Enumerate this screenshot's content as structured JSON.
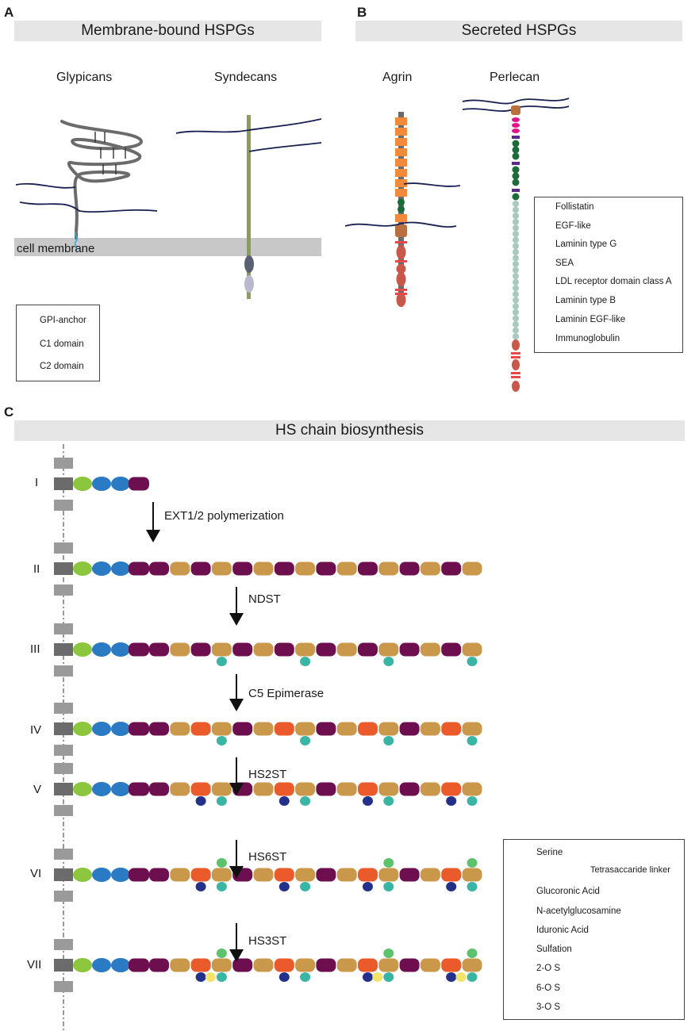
{
  "panels": {
    "a": {
      "letter": "A",
      "title": "Membrane-bound HSPGs",
      "glypicans": "Glypicans",
      "syndecans": "Syndecans",
      "membrane": "cell membrane",
      "legend": [
        "GPI-anchor",
        "C1 domain",
        "C2 domain"
      ]
    },
    "b": {
      "letter": "B",
      "title": "Secreted HSPGs",
      "agrin": "Agrin",
      "perlecan": "Perlecan",
      "legend": [
        "Follistatin",
        "EGF-like",
        "Laminin type G",
        "SEA",
        "LDL receptor domain class A",
        "Laminin type B",
        "Laminin EGF-like",
        "Immunoglobulin"
      ]
    },
    "c": {
      "letter": "C",
      "title": "HS chain biosynthesis",
      "stages": [
        "I",
        "II",
        "III",
        "IV",
        "V",
        "VI",
        "VII"
      ],
      "steps": [
        "EXT1/2 polymerization",
        "NDST",
        "C5 Epimerase",
        "HS2ST",
        "HS6ST",
        "HS3ST"
      ],
      "legend": [
        "Serine",
        "Tetrasaccaride linker",
        "Glucoronic Acid",
        "N-acetylglucosamine",
        "Iduronic Acid",
        "Sulfation",
        "2-O S",
        "6-O S",
        "3-O S"
      ]
    }
  },
  "colors": {
    "serine": "#6b6b6b",
    "serine_light": "#9a9a9a",
    "xylose": "#8cc63f",
    "galactose": "#2b7bc4",
    "glucuronic": "#6d0f4e",
    "nacetyl": "#c9984a",
    "iduronic": "#ea5a2a",
    "sulfation": "#3ab5a3",
    "s2": "#23318a",
    "s6": "#5cc26b",
    "s3": "#f4e36b",
    "follistatin": "#f28a3b",
    "egf": "#e8484a",
    "laminin_g": "#c9584a",
    "sea": "#b8703e",
    "ldl": "#e0148a",
    "laminin_b": "#5a2a8a",
    "laminin_egf": "#1e6b3a",
    "immunoglobulin": "#a9c9c0",
    "chain": "#1a2050"
  }
}
